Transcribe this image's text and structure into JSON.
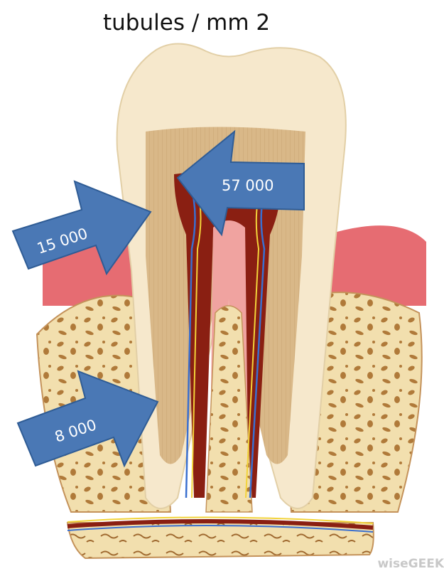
{
  "title": "tubules / mm 2",
  "watermark": "wiseGEEK",
  "arrows": [
    {
      "label": "57 000"
    },
    {
      "label": "15 000"
    },
    {
      "label": "8 000"
    }
  ],
  "colors": {
    "arrow_fill": "#4a78b5",
    "enamel": "#f6e8cc",
    "dentin": "#d9b888",
    "pulp": "#8a1f12",
    "gum": "#e66c72",
    "bone": "#f2dfae"
  }
}
